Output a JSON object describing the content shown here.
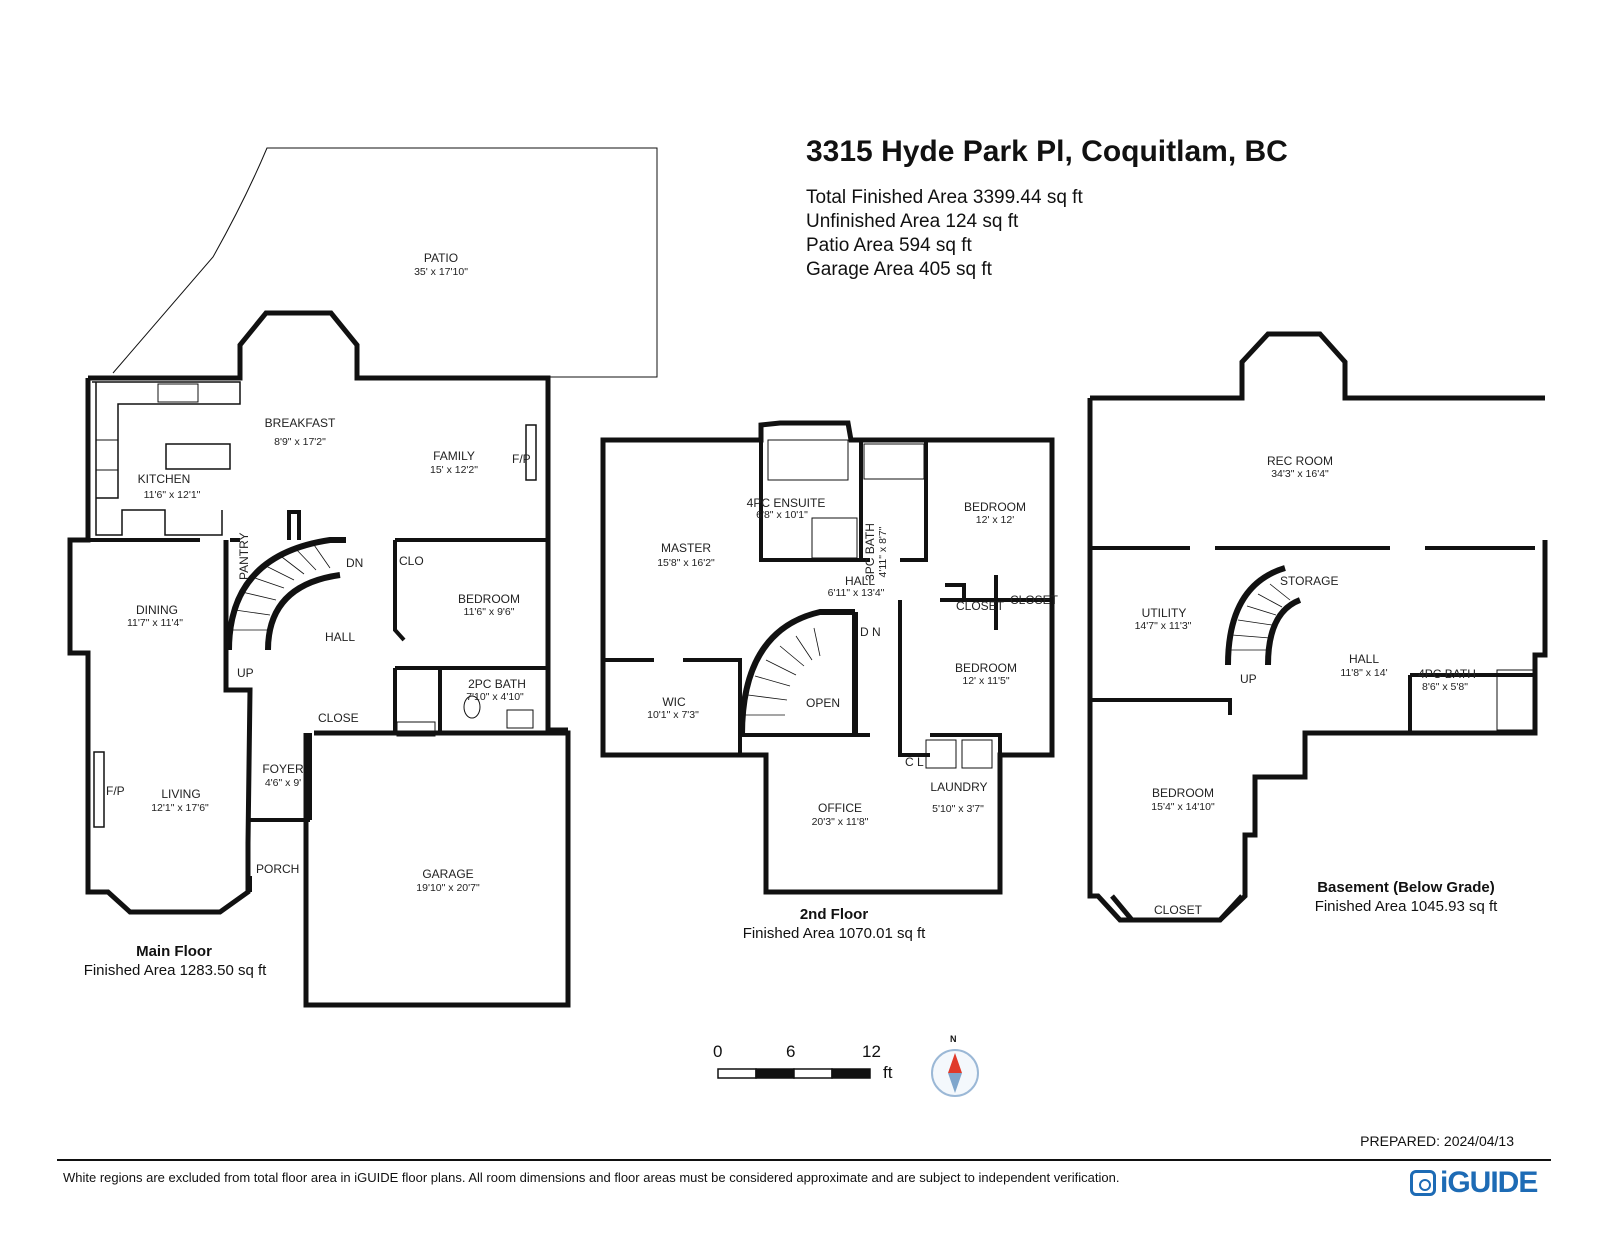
{
  "header": {
    "title": "3315 Hyde Park Pl, Coquitlam, BC",
    "stats": [
      "Total Finished Area 3399.44 sq ft",
      "Unfinished Area 124 sq ft",
      "Patio Area 594 sq ft",
      "Garage Area 405 sq ft"
    ]
  },
  "floors": {
    "main": {
      "name": "Main Floor",
      "area": "Finished Area 1283.50 sq ft"
    },
    "second": {
      "name": "2nd Floor",
      "area": "Finished Area 1070.01 sq ft"
    },
    "basement": {
      "name": "Basement (Below Grade)",
      "area": "Finished Area 1045.93 sq ft"
    }
  },
  "rooms": {
    "patio": {
      "name": "PATIO",
      "dim": "35' x 17'10\""
    },
    "breakfast": {
      "name": "BREAKFAST",
      "dim": "8'9\" x 17'2\""
    },
    "family": {
      "name": "FAMILY",
      "dim": "15' x 12'2\""
    },
    "kitchen": {
      "name": "KITCHEN",
      "dim": "11'6\" x 12'1\""
    },
    "dining": {
      "name": "DINING",
      "dim": "11'7\" x 11'4\""
    },
    "bedroom_main": {
      "name": "BEDROOM",
      "dim": "11'6\" x 9'6\""
    },
    "bath_2pc": {
      "name": "2PC BATH",
      "dim": "7'10\" x 4'10\""
    },
    "living": {
      "name": "LIVING",
      "dim": "12'1\" x 17'6\""
    },
    "foyer": {
      "name": "FOYER",
      "dim": "4'6\" x 9'"
    },
    "garage": {
      "name": "GARAGE",
      "dim": "19'10\" x 20'7\""
    },
    "master": {
      "name": "MASTER",
      "dim": "15'8\" x 16'2\""
    },
    "ensuite": {
      "name": "4PC ENSUITE",
      "dim": "6'8\" x 10'1\""
    },
    "bath_3pc": {
      "name": "3PC BATH",
      "dim": "4'11\" x 8'7\""
    },
    "bedroom_2a": {
      "name": "BEDROOM",
      "dim": "12' x 12'"
    },
    "hall_2": {
      "name": "HALL",
      "dim": "6'11\" x 13'4\""
    },
    "bedroom_2b": {
      "name": "BEDROOM",
      "dim": "12' x 11'5\""
    },
    "wic": {
      "name": "WIC",
      "dim": "10'1\" x 7'3\""
    },
    "office": {
      "name": "OFFICE",
      "dim": "20'3\" x 11'8\""
    },
    "laundry": {
      "name": "LAUNDRY",
      "dim": "5'10\" x 3'7\""
    },
    "rec_room": {
      "name": "REC ROOM",
      "dim": "34'3\" x 16'4\""
    },
    "utility": {
      "name": "UTILITY",
      "dim": "14'7\" x 11'3\""
    },
    "hall_b": {
      "name": "HALL",
      "dim": "11'8\" x 14'"
    },
    "bath_4pc": {
      "name": "4PC BATH",
      "dim": "8'6\" x 5'8\""
    },
    "bedroom_b": {
      "name": "BEDROOM",
      "dim": "15'4\" x 14'10\""
    }
  },
  "labels": {
    "pantry": "PANTRY",
    "dn": "DN",
    "clo": "CLO",
    "hall": "HALL",
    "up": "UP",
    "close": "CLOSE",
    "porch": "PORCH",
    "fp": "F/P",
    "closet": "CLOSET",
    "open": "OPEN",
    "dn_vertical": "D N",
    "cl": "C L",
    "storage": "STORAGE"
  },
  "scale": {
    "ticks": [
      "0",
      "6",
      "12"
    ],
    "unit": "ft",
    "north": "N"
  },
  "footer": {
    "prepared": "PREPARED: 2024/04/13",
    "disclaimer": "White regions are excluded from total floor area in iGUIDE floor plans. All room dimensions and floor areas must be considered approximate and are subject to independent verification.",
    "logo": "iGUIDE"
  }
}
